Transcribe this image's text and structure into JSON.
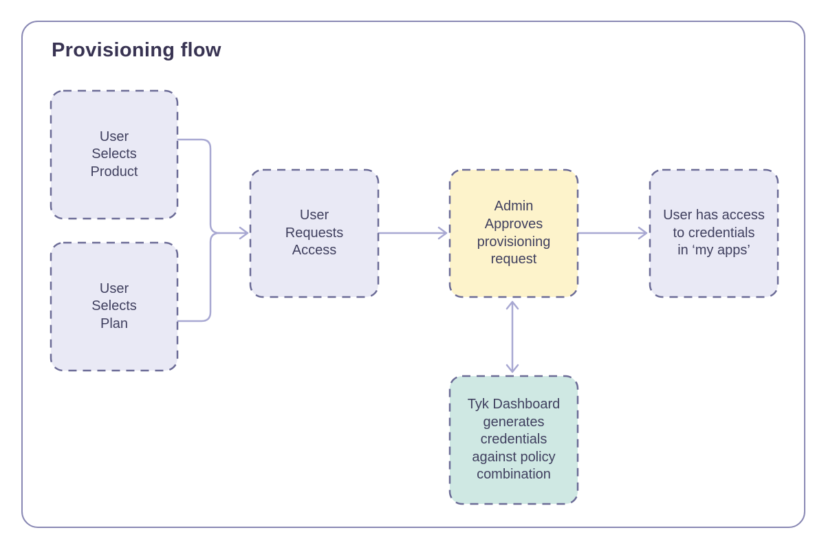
{
  "title": "Provisioning flow",
  "colors": {
    "frame_border": "#8887b3",
    "node_border": "#6b6b96",
    "connector": "#a8a8d2",
    "node_text": "#3f3f5e",
    "title_text": "#383352",
    "lavender": "#e9e9f5",
    "yellow": "#fdf3cb",
    "teal": "#cfe8e3"
  },
  "nodes": [
    {
      "id": "user-selects-product",
      "label": "User\nSelects\nProduct",
      "fill": "#e9e9f5"
    },
    {
      "id": "user-selects-plan",
      "label": "User\nSelects\nPlan",
      "fill": "#e9e9f5"
    },
    {
      "id": "user-requests-access",
      "label": "User\nRequests\nAccess",
      "fill": "#e9e9f5"
    },
    {
      "id": "admin-approves",
      "label": "Admin\nApproves\nprovisioning\nrequest",
      "fill": "#fdf3cb"
    },
    {
      "id": "user-has-access",
      "label": "User has access\nto credentials\nin ‘my apps’",
      "fill": "#e9e9f5"
    },
    {
      "id": "tyk-dashboard",
      "label": "Tyk Dashboard\ngenerates\ncredentials\nagainst policy\ncombination",
      "fill": "#cfe8e3"
    }
  ],
  "connections": [
    {
      "from": "user-selects-product",
      "to": "user-requests-access",
      "type": "merged-arrow"
    },
    {
      "from": "user-selects-plan",
      "to": "user-requests-access",
      "type": "merged-arrow"
    },
    {
      "from": "user-requests-access",
      "to": "admin-approves",
      "type": "arrow"
    },
    {
      "from": "admin-approves",
      "to": "user-has-access",
      "type": "arrow"
    },
    {
      "from": "admin-approves",
      "to": "tyk-dashboard",
      "type": "bidirectional-arrow"
    }
  ]
}
